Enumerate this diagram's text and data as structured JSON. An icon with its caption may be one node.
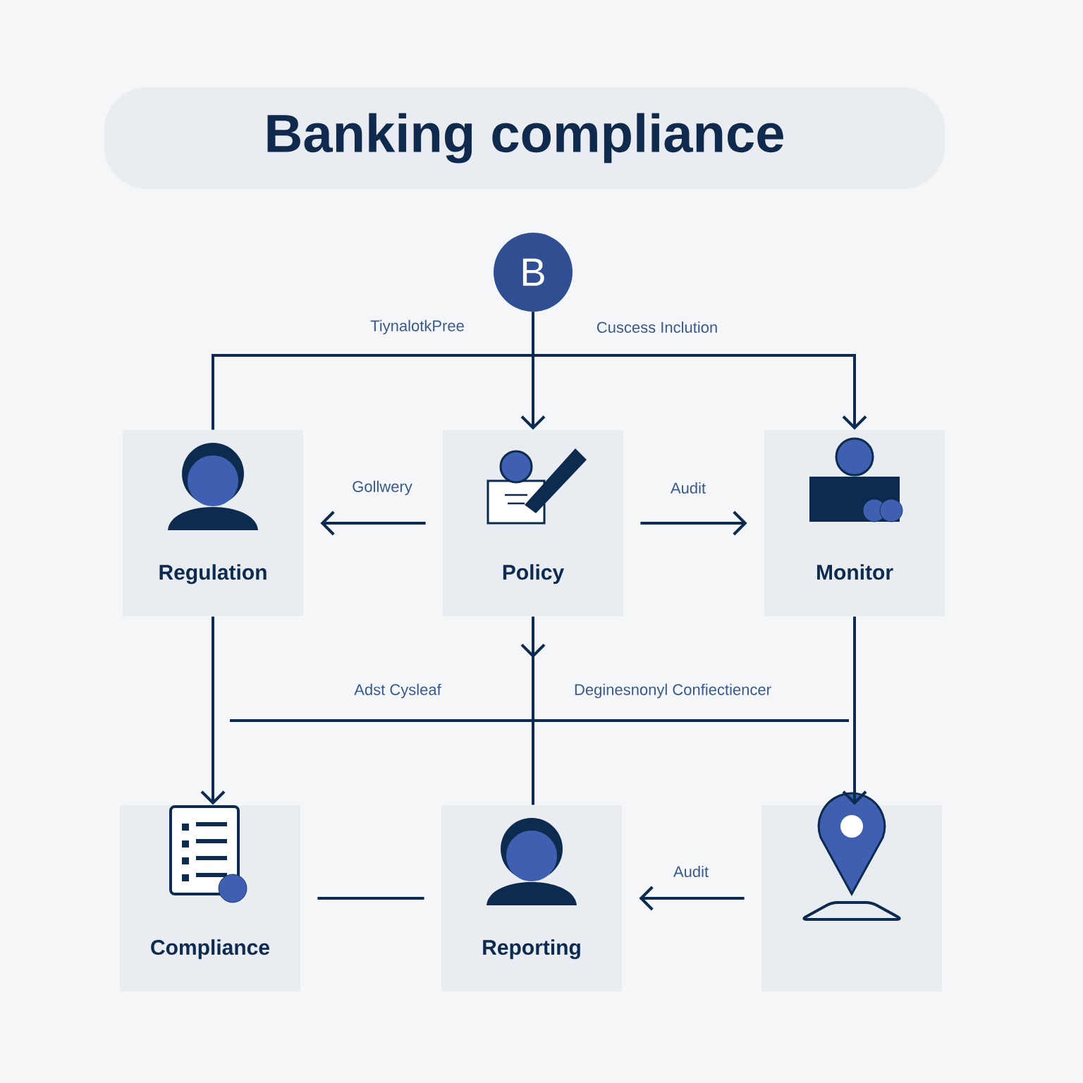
{
  "diagram": {
    "title": "Banking compliance",
    "nodes": [
      {
        "text": [
          "B"
        ]
      },
      {
        "text": [
          "Regulation"
        ]
      },
      {
        "text": [
          "Policy"
        ]
      },
      {
        "text": [
          "Monitor"
        ]
      },
      {
        "text": [
          "Compliance"
        ]
      },
      {
        "text": [
          "Reporting"
        ]
      },
      {
        "text": [],
        "shape": "box"
      }
    ],
    "edges": [
      {
        "from": 0,
        "to": 1,
        "arrow": "none",
        "label": "TiynalotkPree"
      },
      {
        "from": 0,
        "to": 2,
        "arrow": "to"
      },
      {
        "from": 0,
        "to": 3,
        "arrow": "to",
        "label": "Cuscess Inclution"
      },
      {
        "from": 2,
        "to": 1,
        "arrow": "to",
        "label": "Gollwery"
      },
      {
        "from": 2,
        "to": 3,
        "arrow": "to",
        "label": "Audit"
      },
      {
        "from": 1,
        "to": 4,
        "arrow": "to"
      },
      {
        "from": 2,
        "to": 5,
        "arrow": "to"
      },
      {
        "from": 3,
        "to": 6,
        "arrow": "to"
      },
      {
        "from": 4,
        "to": 5,
        "arrow": "none"
      },
      {
        "from": 6,
        "to": 5,
        "arrow": "to",
        "label": "Audit"
      }
    ],
    "labels": [
      "Adst Cysleaf",
      "Deginesnonyl Confiectiencer"
    ]
  }
}
